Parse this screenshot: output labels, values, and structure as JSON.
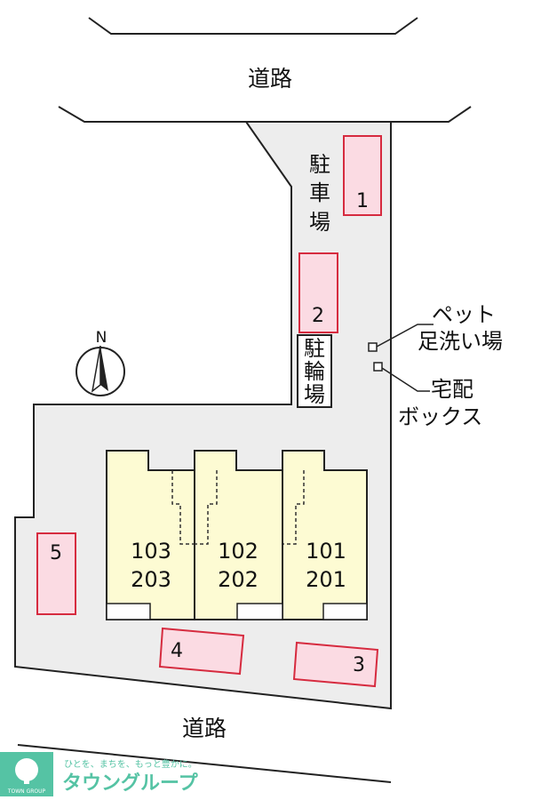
{
  "colors": {
    "lot": "#ededed",
    "outline": "#222222",
    "building": "#fdfbd3",
    "parking_fill": "#fbdbe3",
    "parking_border": "#d62b3f",
    "logo": "#55c3a4"
  },
  "roads": {
    "top": "道路",
    "bottom": "道路"
  },
  "parking_label": [
    "駐",
    "車",
    "場"
  ],
  "bike_parking_label": [
    "駐",
    "輪",
    "場"
  ],
  "parking_spaces": [
    "1",
    "2",
    "3",
    "4",
    "5"
  ],
  "units": [
    {
      "lower": "103",
      "upper": "203"
    },
    {
      "lower": "102",
      "upper": "202"
    },
    {
      "lower": "101",
      "upper": "201"
    }
  ],
  "compass": {
    "label": "N"
  },
  "callouts": {
    "pet_wash": [
      "ペット",
      "足洗い場"
    ],
    "delivery_box": [
      "宅配",
      "ボックス"
    ]
  },
  "logo": {
    "tagline": "ひとを、まちを、もっと豊かに。",
    "name": "タウングループ",
    "small_text": "TOWN GROUP"
  }
}
